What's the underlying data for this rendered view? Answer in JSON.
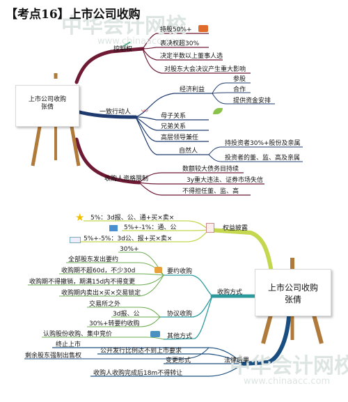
{
  "title": "【考点16】上市公司收购",
  "watermark": {
    "cn": "中华会计网校",
    "url": "www.chinaacc.com"
  },
  "top": {
    "root": {
      "line1": "上市公司收购",
      "line2": "张倩"
    },
    "kongzhiquan": {
      "label": "控制权",
      "items": [
        "持股50%+",
        "表决权超30%",
        "决定半数以上董事人选",
        "对股东大会决议产生重大影响"
      ]
    },
    "yizhi": {
      "label": "一致行动人",
      "jingji": {
        "label": "经济利益",
        "items": [
          "参股",
          "合作",
          "提供资金安排"
        ]
      },
      "items": [
        "母子关系",
        "兄弟关系",
        "高层领导兼任"
      ],
      "ziran": {
        "label": "自然人",
        "items": [
          "持投资者30%+股份及亲属",
          "投资者的董、监、高及亲属"
        ]
      }
    },
    "zige": {
      "label": "收购人资格限制",
      "items": [
        "数额较大债务目持续",
        "3y重大违法、证券市场失信",
        "不得担任董、监、高"
      ]
    }
  },
  "bottom": {
    "root": {
      "line1": "上市公司收购",
      "line2": "张倩"
    },
    "quanyi": {
      "label": "权益披露",
      "items": [
        "5%：3d报、公、通+买×卖×",
        "5%+-1%：通、公",
        "5%+-5%：3d公、报+买×卖×"
      ]
    },
    "shougou": {
      "label": "收购方式",
      "yaoyue": {
        "label": "要约收购",
        "items": [
          "30%+",
          "全部股东发出要约",
          "收购期不超60d，不少30d",
          "收购期不得撤销，期满15d内不得变更",
          "收购期内卖出×买×交易锁定"
        ]
      },
      "xieyi": {
        "label": "协议收购",
        "items": [
          "交易所之外",
          "3d报、公",
          "30%+转要约收购"
        ]
      },
      "qita": {
        "label": "其他方式",
        "items": [
          "认购股份收购、集中竞价"
        ]
      }
    },
    "falv": {
      "label": "法律后果",
      "items": [
        "终止上市",
        "剩余股东强制出售权",
        "公开发行比例达不到上市要求",
        "变更形式",
        "收购人收购完成后18m不得转让"
      ]
    }
  }
}
